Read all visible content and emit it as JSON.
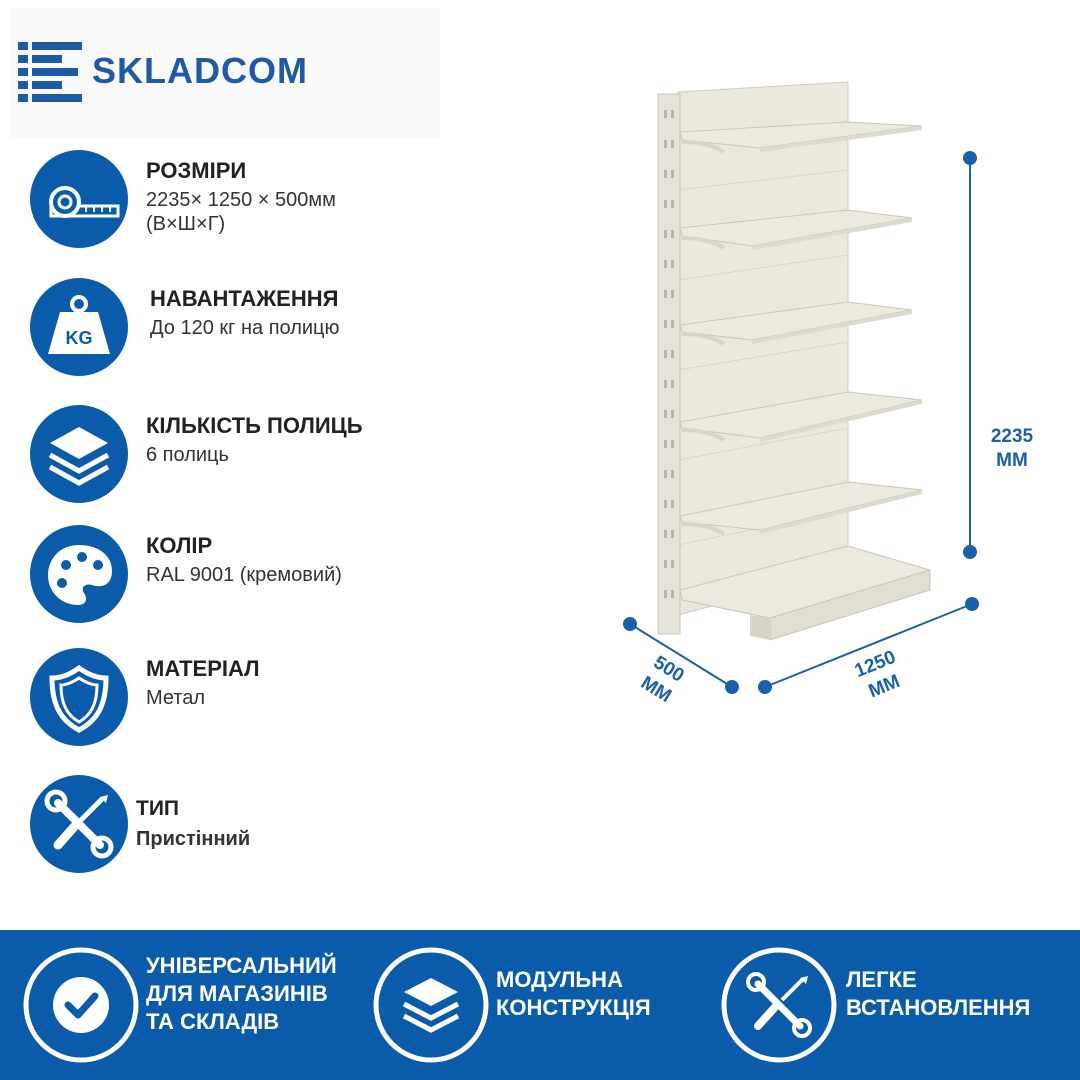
{
  "brand": {
    "name": "SKLADCOM",
    "logo_icon": "brand-logo-icon"
  },
  "features": [
    {
      "icon": "tape-measure-icon",
      "title": "РОЗМІРИ",
      "line1": "2235× 1250 × 500мм",
      "line2": "(В×Ш×Г)"
    },
    {
      "icon": "weight-kg-icon",
      "title": "НАВАНТАЖЕННЯ",
      "line1": "До 120 кг на полицю"
    },
    {
      "icon": "layers-icon",
      "title": "КІЛЬКІСТЬ ПОЛИЦЬ",
      "line1": "6 полиць"
    },
    {
      "icon": "palette-icon",
      "title": "КОЛІР",
      "line1": "RAL 9001 (кремовий)"
    },
    {
      "icon": "shield-icon",
      "title": "МАТЕРІАЛ",
      "line1": "Метал"
    },
    {
      "icon": "tools-icon",
      "title": "ТИП",
      "line1": "Пристінний"
    }
  ],
  "dimensions": {
    "height": {
      "value": "2235",
      "unit": "ММ"
    },
    "width": {
      "value": "1250",
      "unit": "ММ"
    },
    "depth": {
      "value": "500",
      "unit": "ММ"
    }
  },
  "banner": [
    {
      "icon": "checkmark-icon",
      "line1": "УНІВЕРСАЛЬНИЙ",
      "line2": "ДЛЯ МАГАЗИНІВ",
      "line3": "ТА СКЛАДІВ"
    },
    {
      "icon": "layers-icon",
      "line1": "МОДУЛЬНА",
      "line2": "КОНСТРУКЦІЯ"
    },
    {
      "icon": "tools-icon",
      "line1": "ЛЕГКЕ",
      "line2": "ВСТАНОВЛЕННЯ"
    }
  ],
  "colors": {
    "brand_blue": "#0a5cab",
    "dimension_blue": "#1b60ad",
    "rack_cream": "#e9e7dc"
  }
}
